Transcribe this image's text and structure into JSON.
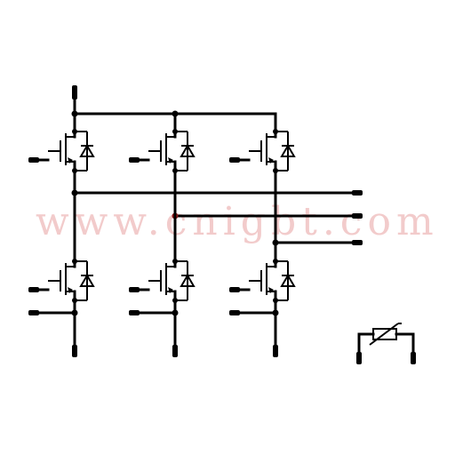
{
  "watermark": {
    "text": "www.cnigbt.com"
  },
  "colors": {
    "wire": "#000000",
    "watermark": "#f0c3c3",
    "junction_highlight": "#8b1a1a"
  },
  "diagram": {
    "description_elements": [
      "igbt-with-diode",
      "thermistor-ntc",
      "terminal-pin",
      "junction-dot"
    ]
  }
}
